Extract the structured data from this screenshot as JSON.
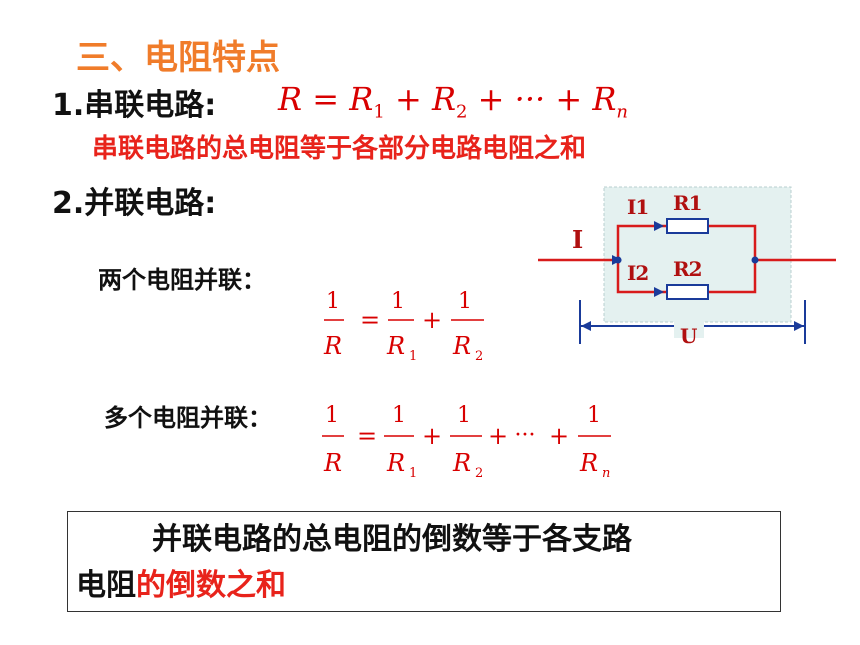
{
  "title": "三、电阻特点",
  "series": {
    "label": "1.串联电路:",
    "formula": "R = R1 + R2 + ··· + Rn",
    "conclusion": "串联电路的总电阻等于各部分电路电阻之和"
  },
  "parallel": {
    "label": "2.并联电路:",
    "two_label": "两个电阻并联：",
    "multi_label": "多个电阻并联：",
    "conclusion_part1": "并联电路的总电阻的倒数等于各支路",
    "conclusion_part2": "电阻",
    "conclusion_part3": "的倒数之和"
  },
  "circuit": {
    "current_main": "I",
    "current_1": "I1",
    "current_2": "I2",
    "resistor_1": "R1",
    "resistor_2": "R2",
    "voltage": "U"
  },
  "colors": {
    "title": "#f07c2a",
    "formula": "#d80000",
    "highlight": "#e8231b",
    "circuit_wire": "#d81b1b",
    "circuit_blue": "#1a3b9a",
    "shade": "#e4f1f0"
  }
}
